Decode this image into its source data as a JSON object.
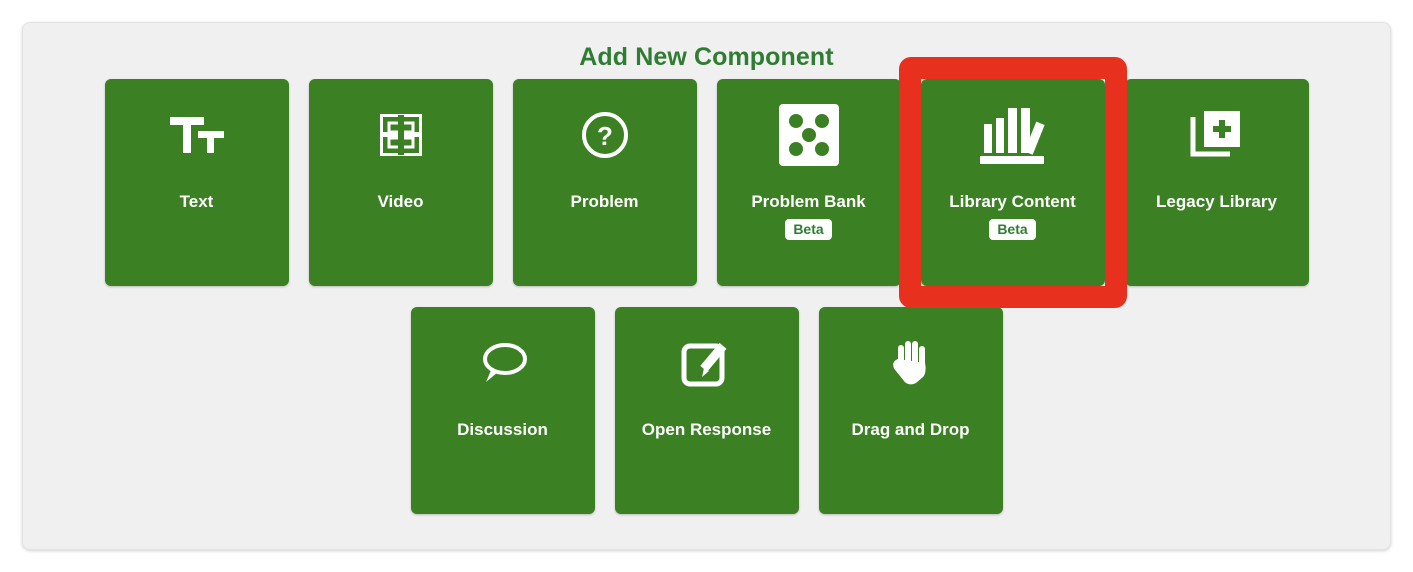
{
  "panel": {
    "title": "Add New Component",
    "background_color": "#f0f0f0",
    "title_color": "#2f7d32",
    "tile_color": "#3c8024",
    "highlight_color": "#e8301f"
  },
  "rows": [
    {
      "tiles": [
        {
          "label": "Text",
          "icon": "text-icon",
          "badge": null,
          "highlighted": false
        },
        {
          "label": "Video",
          "icon": "film-icon",
          "badge": null,
          "highlighted": false
        },
        {
          "label": "Problem",
          "icon": "question-circle-icon",
          "badge": null,
          "highlighted": false
        },
        {
          "label": "Problem Bank",
          "icon": "dice-five-icon",
          "badge": "Beta",
          "highlighted": false
        },
        {
          "label": "Library Content",
          "icon": "books-shelf-icon",
          "badge": "Beta",
          "highlighted": true
        },
        {
          "label": "Legacy Library",
          "icon": "library-add-icon",
          "badge": null,
          "highlighted": false
        }
      ]
    },
    {
      "tiles": [
        {
          "label": "Discussion",
          "icon": "speech-bubble-icon",
          "badge": null,
          "highlighted": false
        },
        {
          "label": "Open Response",
          "icon": "edit-square-icon",
          "badge": null,
          "highlighted": false
        },
        {
          "label": "Drag and Drop",
          "icon": "hand-icon",
          "badge": null,
          "highlighted": false
        }
      ]
    }
  ]
}
